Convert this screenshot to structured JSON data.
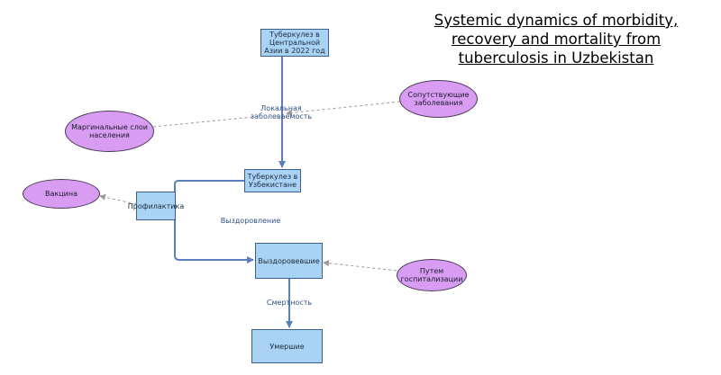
{
  "title": [
    "Systemic dynamics of morbidity,",
    "recovery and mortality from",
    "tuberculosis in Uzbekistan"
  ],
  "stocks": {
    "tb_central_asia": "Туберкулез в Центральной Азии в 2022 год",
    "tb_uzbekistan": "Туберкулез в Узбекистане",
    "prevention": "Профилактика",
    "recovered": "Выздоровевшие",
    "dead": "Умершие"
  },
  "flows": {
    "local_incidence": "Локальная заболеваемость",
    "recovery": "Выздоровление",
    "mortality": "Смертность"
  },
  "factors": {
    "comorbidities": "Сопутствующие заболевания",
    "marginal_groups": "Маргинальные слои населения",
    "vaccine": "Вакцина",
    "hospitalization": "Путем госпитализации"
  },
  "colors": {
    "stock_fill": "#a9d3f5",
    "factor_fill": "#d89cf3",
    "flow_line": "#5b7fbe",
    "link_line": "#9a9a9a"
  }
}
